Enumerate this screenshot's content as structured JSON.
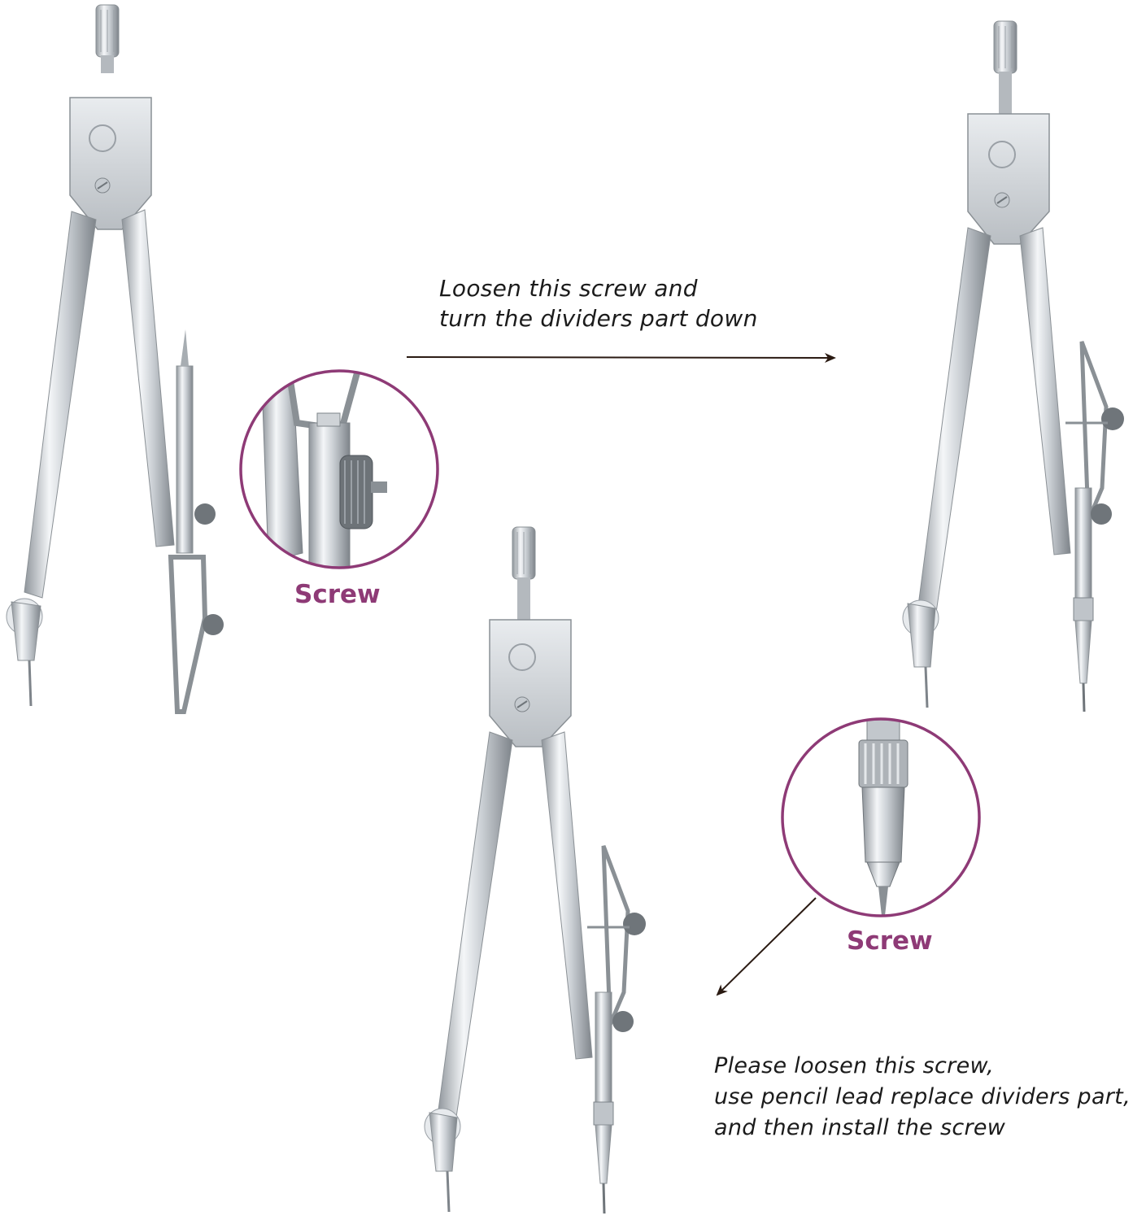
{
  "steps": [
    {
      "lines": [
        "Loosen this screw and",
        "turn the  dividers part down"
      ]
    },
    {
      "lines": [
        "Please loosen this screw,",
        "use pencil lead replace dividers part,",
        "and then install the screw"
      ]
    }
  ],
  "callouts": [
    {
      "label": "Screw"
    },
    {
      "label": "Screw"
    }
  ],
  "colors": {
    "callout_accent": "#8e3a76",
    "text": "#1b1b1b",
    "metal": "#c8ccd0"
  }
}
